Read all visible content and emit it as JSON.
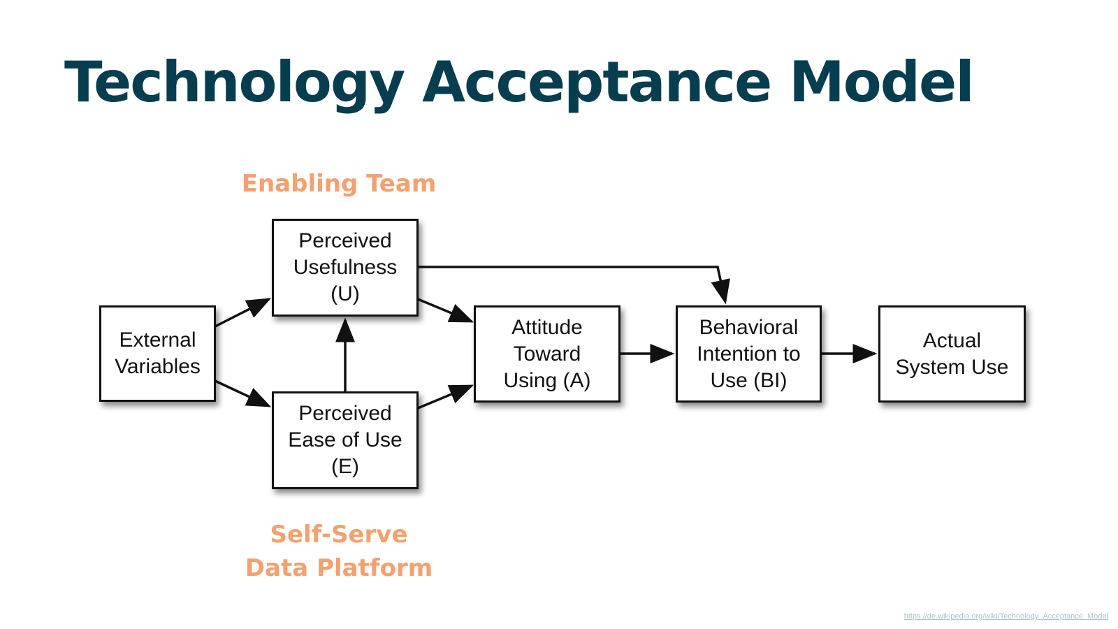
{
  "slide": {
    "title": "Technology Acceptance Model",
    "annotation_top": "Enabling Team",
    "annotation_bottom": [
      "Self-Serve",
      "Data Platform"
    ],
    "source_link": "https://de.wikipedia.org/wiki/Technology_Acceptance_Model"
  },
  "diagram": {
    "boxes": {
      "external": [
        "External",
        "Variables"
      ],
      "usefulness": [
        "Perceived",
        "Usefulness",
        "(U)"
      ],
      "ease": [
        "Perceived",
        "Ease of Use",
        "(E)"
      ],
      "attitude": [
        "Attitude",
        "Toward",
        "Using (A)"
      ],
      "intention": [
        "Behavioral",
        "Intention to",
        "Use (BI)"
      ],
      "actual": [
        "Actual",
        "System Use"
      ]
    }
  },
  "colors": {
    "title": "#073e4f",
    "annotation": "#f4a06f",
    "box_border": "#111111",
    "source_link": "#a9c4cc"
  }
}
